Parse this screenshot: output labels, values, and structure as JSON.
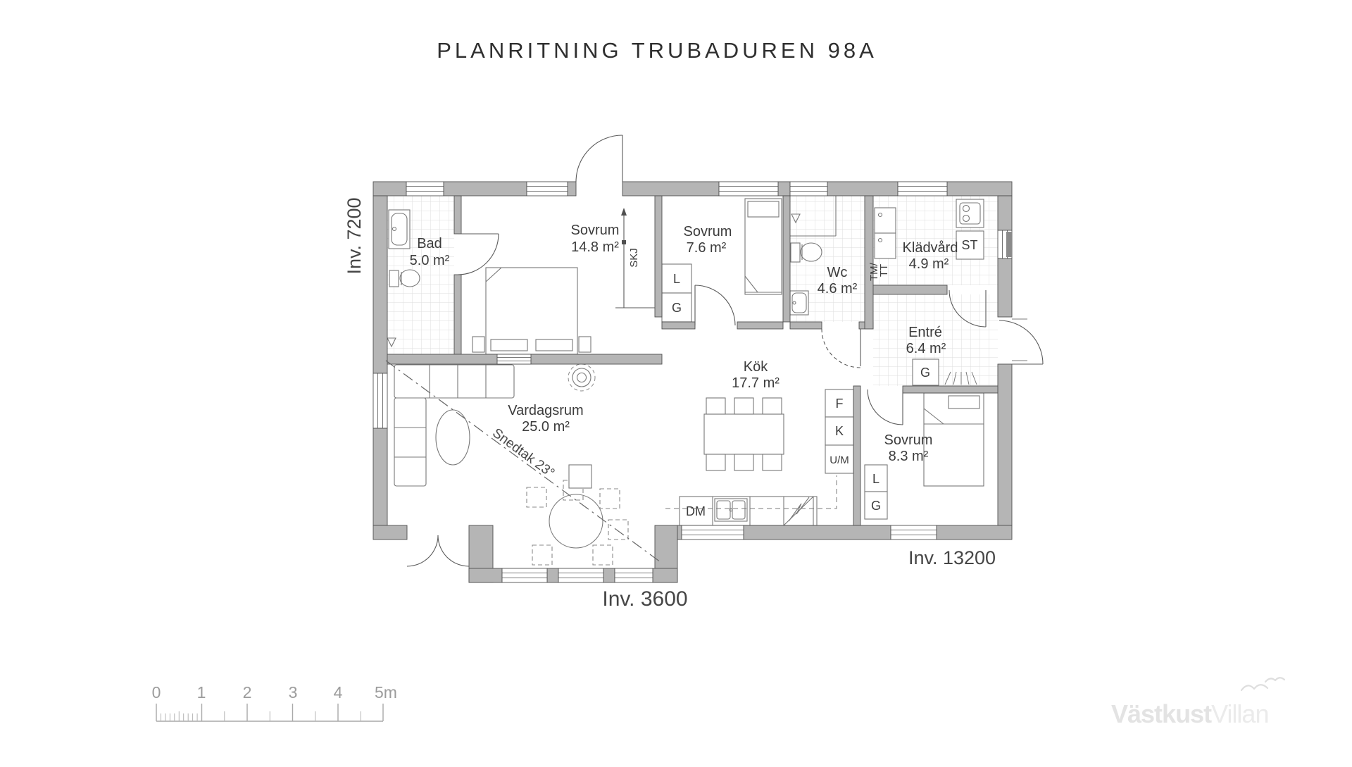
{
  "title": "PLANRITNING TRUBADUREN 98A",
  "rooms": {
    "bad": {
      "name": "Bad",
      "area": "5.0 m²"
    },
    "sovrum1": {
      "name": "Sovrum",
      "area": "14.8 m²"
    },
    "sovrum2": {
      "name": "Sovrum",
      "area": "7.6 m²"
    },
    "wc": {
      "name": "Wc",
      "area": "4.6 m²"
    },
    "kladvard": {
      "name": "Klädvård",
      "area": "4.9 m²"
    },
    "entre": {
      "name": "Entré",
      "area": "6.4 m²"
    },
    "kok": {
      "name": "Kök",
      "area": "17.7 m²"
    },
    "vardagsrum": {
      "name": "Vardagsrum",
      "area": "25.0 m²"
    },
    "sovrum3": {
      "name": "Sovrum",
      "area": "8.3 m²"
    }
  },
  "labels": {
    "skj": "SKJ",
    "l": "L",
    "g": "G",
    "st": "ST",
    "tm": "TM/",
    "tt": "TT",
    "f": "F",
    "k": "K",
    "um": "U/M",
    "dm": "DM"
  },
  "annotations": {
    "snedtak": "Snedtak 23°",
    "inv_left": "Inv. 7200",
    "inv_bottom": "Inv. 3600",
    "inv_right": "Inv. 13200"
  },
  "scalebar": {
    "labels": [
      "0",
      "1",
      "2",
      "3",
      "4",
      "5m"
    ]
  },
  "logo": {
    "bold": "Västkust",
    "light": "Villan"
  },
  "colors": {
    "wall": "#b5b5b5",
    "label_text": "#3c3c3c",
    "logo": "#e3e3e3"
  }
}
